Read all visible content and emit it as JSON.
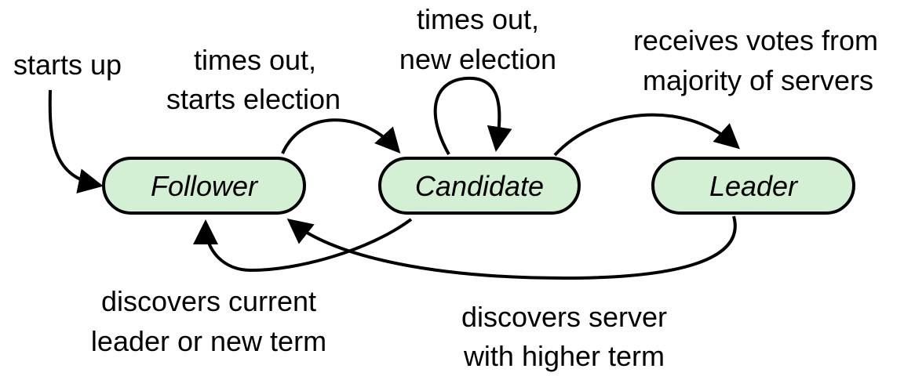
{
  "colors": {
    "state_fill": "#d4f0d4",
    "stroke": "#000000",
    "background": "#ffffff"
  },
  "states": {
    "follower": "Follower",
    "candidate": "Candidate",
    "leader": "Leader"
  },
  "transitions": {
    "starts_up": {
      "line1": "starts up"
    },
    "start_election": {
      "line1": "times out,",
      "line2": "starts election"
    },
    "new_election": {
      "line1": "times out,",
      "line2": "new election"
    },
    "receives_votes": {
      "line1": "receives votes from",
      "line2": "majority of servers"
    },
    "discovers_leader": {
      "line1": "discovers current",
      "line2": "leader or new term"
    },
    "discovers_higher_term": {
      "line1": "discovers server",
      "line2": "with higher term"
    }
  }
}
